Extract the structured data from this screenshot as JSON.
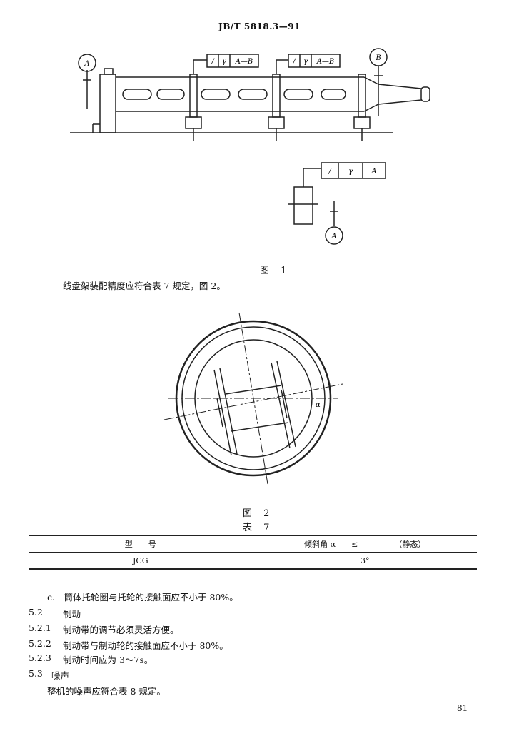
{
  "header": {
    "code": "JB/T 5818.3—91"
  },
  "figure1": {
    "caption": "图 1",
    "datum_a": "A",
    "datum_b": "B",
    "frame1": {
      "sym": "/",
      "tol": "γ",
      "datum": "A—B"
    },
    "frame2": {
      "sym": "/",
      "tol": "γ",
      "datum": "A—B"
    },
    "frame3": {
      "sym": "/",
      "tol": "γ",
      "datum": "A"
    },
    "datum_a2": "A"
  },
  "intro_text": "线盘架装配精度应符合表 7 规定，图 2。",
  "figure2": {
    "caption": "图 2",
    "angle_label": "α"
  },
  "table7": {
    "caption": "表 7",
    "col1_header": "型　　号",
    "col2_header_a": "倾斜角 α　　≤",
    "col2_header_b": "（静态）",
    "rows": [
      {
        "model": "JCG",
        "angle": "3°"
      }
    ]
  },
  "body": {
    "item_c": "c.　筒体托轮圈与托轮的接触面应不小于 80%。",
    "s52_num": "5.2",
    "s52_title": "制动",
    "s521_num": "5.2.1",
    "s521_text": "制动带的调节必须灵活方便。",
    "s522_num": "5.2.2",
    "s522_text": "制动带与制动轮的接触面应不小于 80%。",
    "s523_num": "5.2.3",
    "s523_text": "制动时间应为 3～7s。",
    "s53_num": "5.3",
    "s53_title": "噪声",
    "s53_text": "整机的噪声应符合表 8 规定。"
  },
  "page_number": "81"
}
